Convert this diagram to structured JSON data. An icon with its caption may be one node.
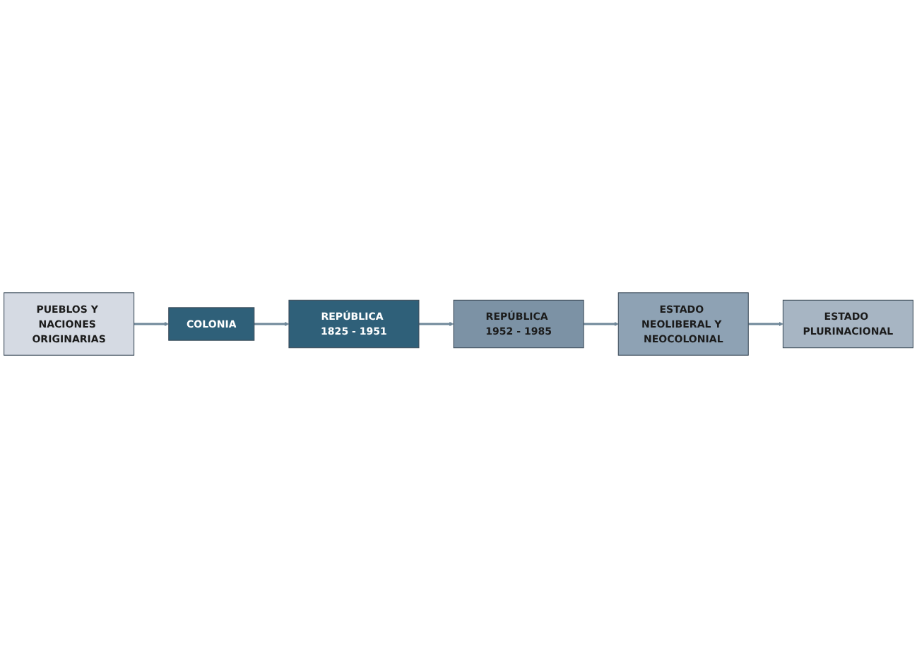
{
  "diagram": {
    "nodes": [
      {
        "text": [
          "PUEBLOS Y NACIONES ORIGINARIAS"
        ]
      },
      {
        "text": [
          "COLONIA"
        ]
      },
      {
        "text": [
          "REPÚBLICA 1825 - 1951"
        ]
      },
      {
        "text": [
          "REPÚBLICA 1952 - 1985"
        ]
      },
      {
        "text": [
          "ESTADO NEOLIBERAL Y NEOCOLONIAL"
        ]
      },
      {
        "text": [
          "ESTADO PLURINACIONAL"
        ]
      }
    ],
    "edges": [
      {
        "from": 0,
        "to": 1,
        "arrow": "to"
      },
      {
        "from": 1,
        "to": 2,
        "arrow": "to"
      },
      {
        "from": 2,
        "to": 3,
        "arrow": "to"
      },
      {
        "from": 3,
        "to": 4,
        "arrow": "to"
      },
      {
        "from": 4,
        "to": 5,
        "arrow": "to"
      }
    ]
  }
}
